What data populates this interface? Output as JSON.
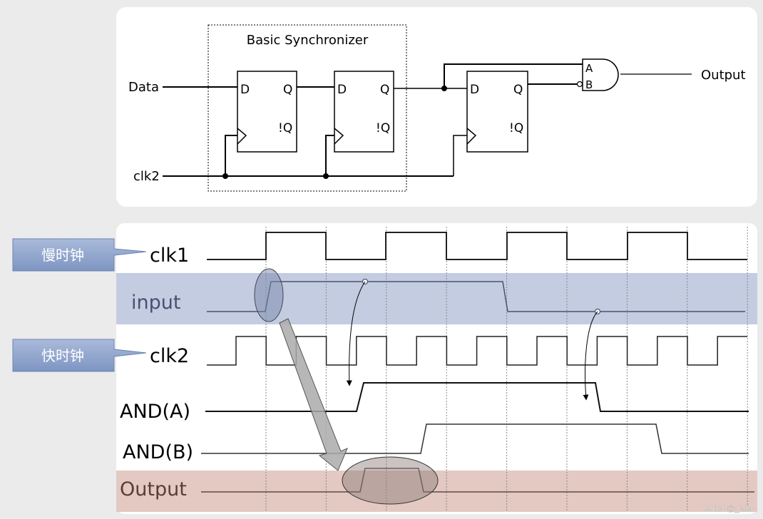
{
  "circuit": {
    "title": "Basic Synchronizer",
    "data_label": "Data",
    "clk_label": "clk2",
    "output_label": "Output",
    "ff_labels": {
      "d": "D",
      "q": "Q",
      "nq": "!Q"
    },
    "gate_inputs": [
      "A",
      "B"
    ]
  },
  "timing": {
    "callout_slow": "慢时钟",
    "callout_fast": "快时钟",
    "signals": [
      "clk1",
      "input",
      "clk2",
      "AND(A)",
      "AND(B)",
      "Output"
    ],
    "watermark": "CSDN @_lalla"
  },
  "colors": {
    "input_band": "#c3cce1",
    "output_band": "#e3c9c2",
    "callout": "#8ea3cc"
  }
}
